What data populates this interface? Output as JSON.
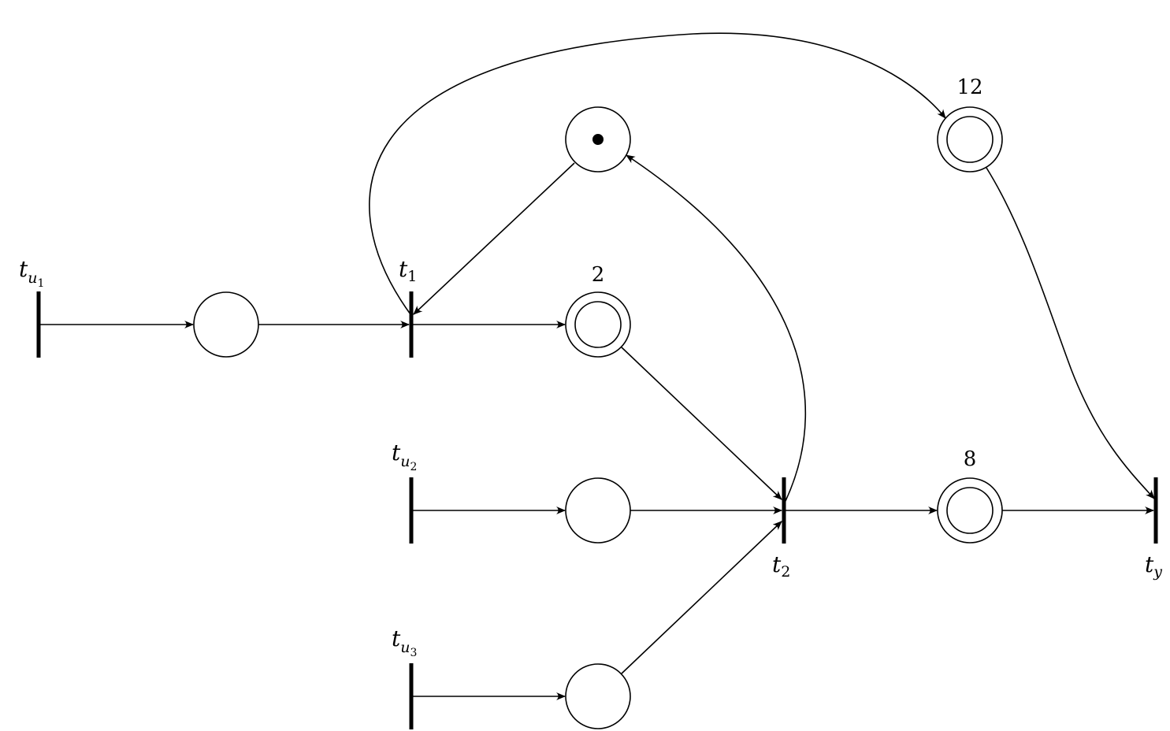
{
  "diagram": {
    "type": "petri-net",
    "transitions": {
      "tu1": {
        "main": "t",
        "sub": "u",
        "subsub": "1"
      },
      "t1": {
        "main": "t",
        "sub": "1"
      },
      "tu2": {
        "main": "t",
        "sub": "u",
        "subsub": "2"
      },
      "t2": {
        "main": "t",
        "sub": "2"
      },
      "tu3": {
        "main": "t",
        "sub": "u",
        "subsub": "3"
      },
      "ty": {
        "main": "t",
        "sub": "y"
      }
    },
    "places": {
      "p_token": {
        "tokens": 1
      },
      "p_2": {
        "label": "2"
      },
      "p_12": {
        "label": "12"
      },
      "p_8": {
        "label": "8"
      }
    }
  }
}
